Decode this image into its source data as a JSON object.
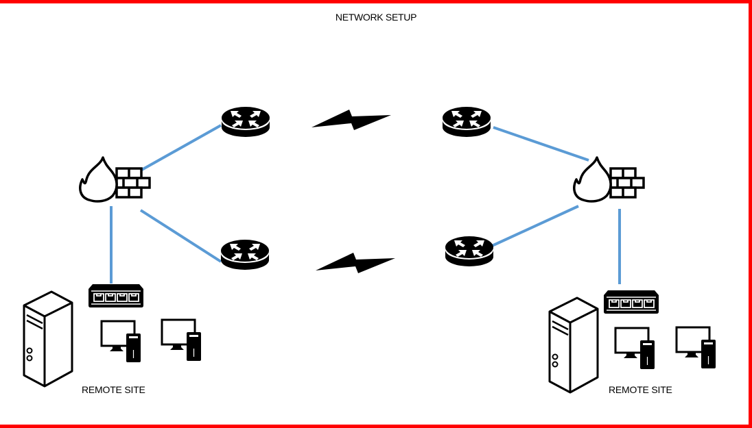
{
  "diagram": {
    "title": "NETWORK SETUP",
    "colors": {
      "border": "#ff0000",
      "link": "#5b9bd5",
      "icon": "#000000",
      "background": "#ffffff"
    },
    "sites": [
      {
        "id": "left",
        "label": "REMOTE SITE",
        "devices": [
          "firewall",
          "router-top",
          "router-bottom",
          "switch",
          "server",
          "workstation-1",
          "workstation-2"
        ]
      },
      {
        "id": "right",
        "label": "REMOTE SITE",
        "devices": [
          "firewall",
          "router-top",
          "router-bottom",
          "switch",
          "server",
          "workstation-1",
          "workstation-2"
        ]
      }
    ],
    "links": [
      {
        "from": "left.firewall",
        "to": "left.router-top",
        "type": "wired"
      },
      {
        "from": "left.firewall",
        "to": "left.router-bottom",
        "type": "wired"
      },
      {
        "from": "left.firewall",
        "to": "left.switch",
        "type": "wired"
      },
      {
        "from": "right.firewall",
        "to": "right.router-top",
        "type": "wired"
      },
      {
        "from": "right.firewall",
        "to": "right.router-bottom",
        "type": "wired"
      },
      {
        "from": "right.firewall",
        "to": "right.switch",
        "type": "wired"
      },
      {
        "from": "left.router-top",
        "to": "right.router-top",
        "type": "wan-lightning"
      },
      {
        "from": "left.router-bottom",
        "to": "right.router-bottom",
        "type": "wan-lightning"
      }
    ]
  }
}
